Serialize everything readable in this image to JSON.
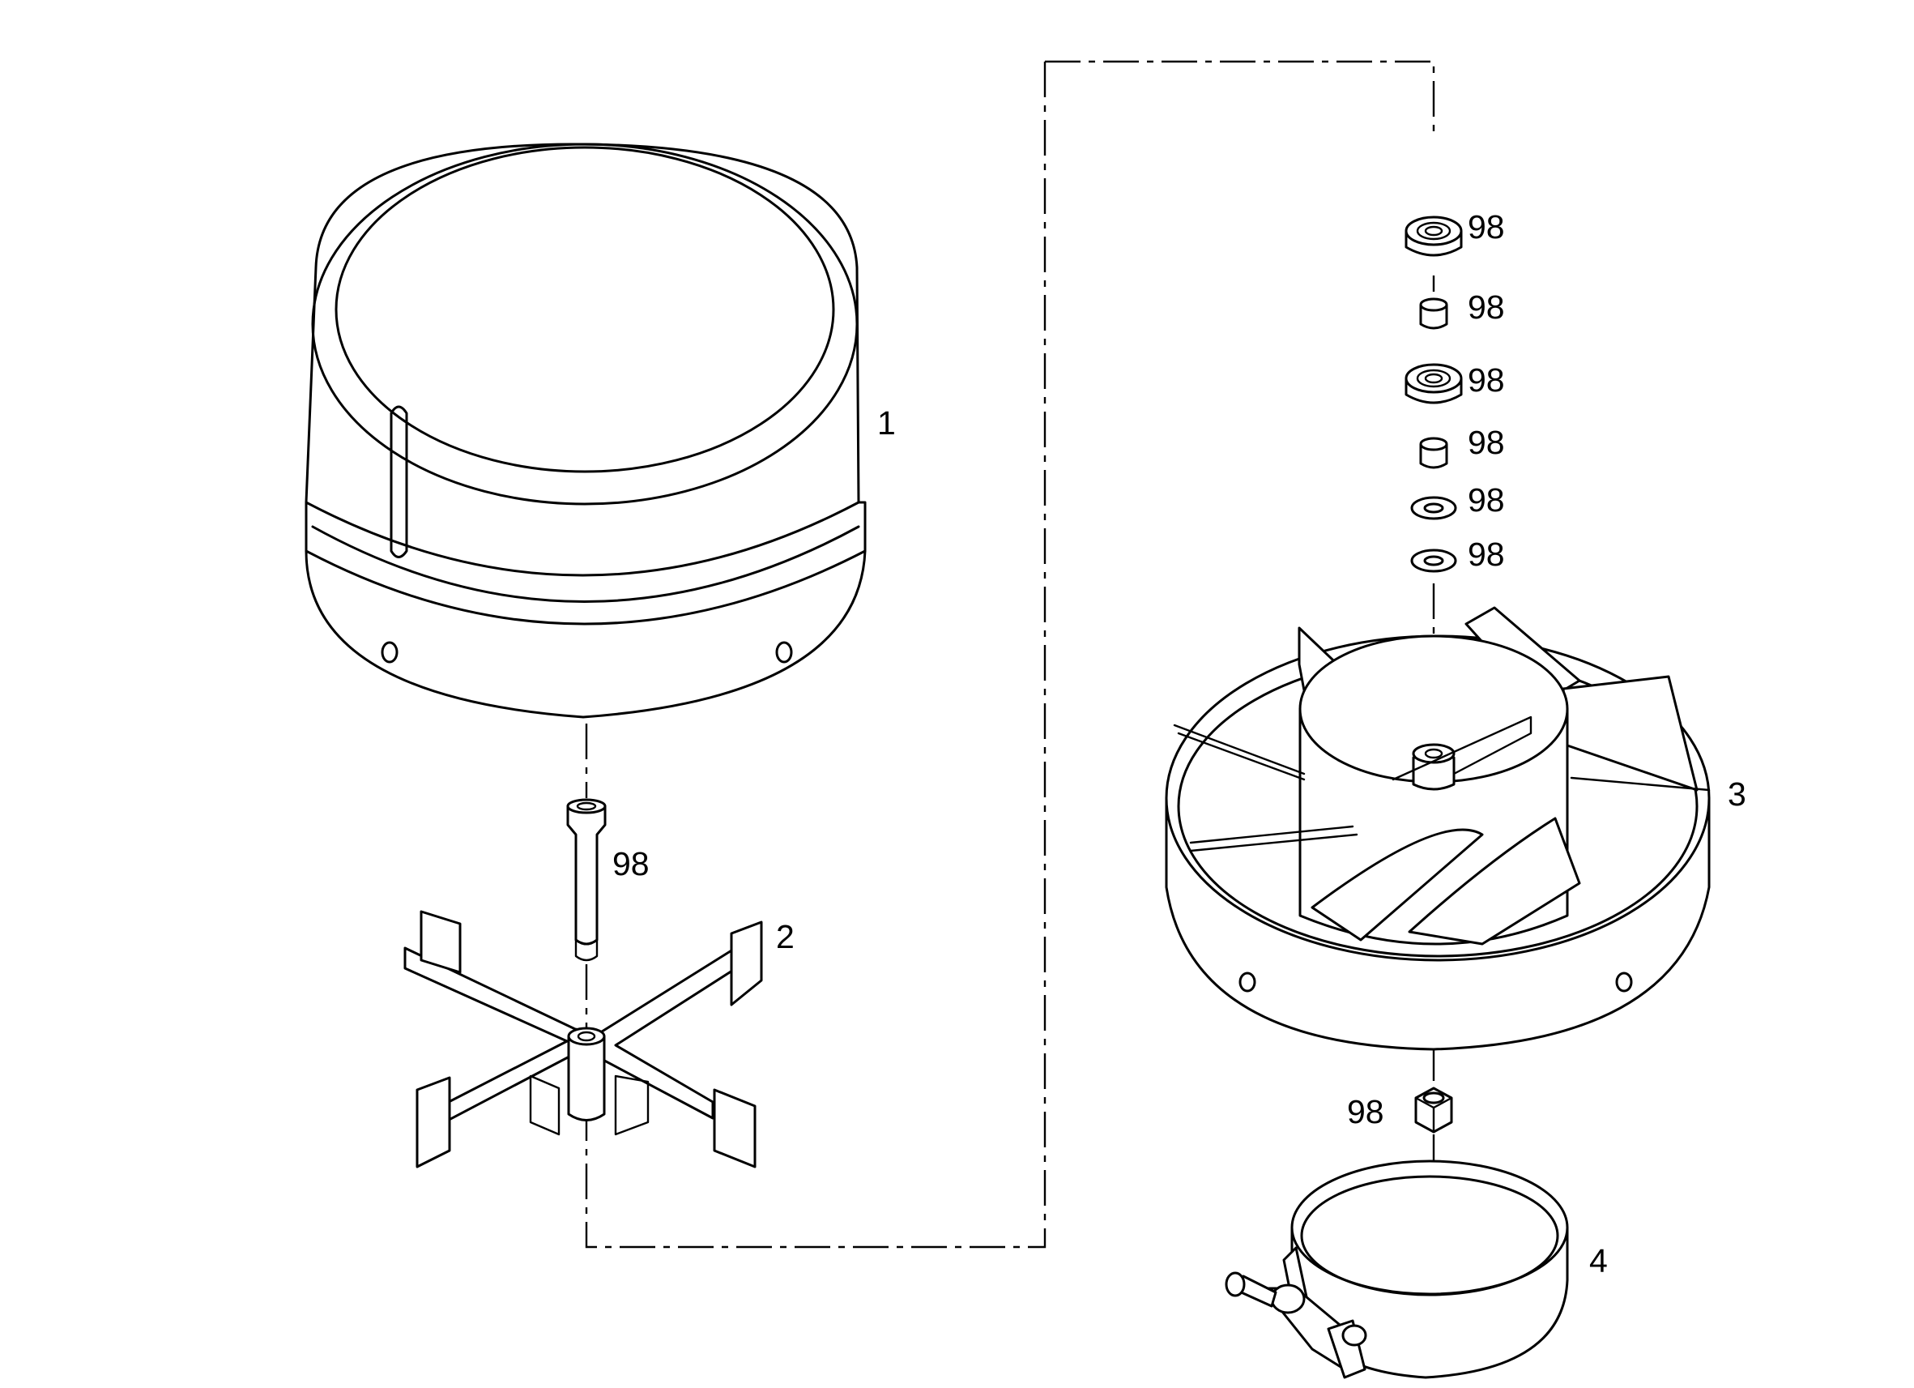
{
  "diagram": {
    "parts": [
      {
        "id": "part-1",
        "label": "1"
      },
      {
        "id": "part-2",
        "label": "2"
      },
      {
        "id": "part-3",
        "label": "3"
      },
      {
        "id": "part-4",
        "label": "4"
      }
    ],
    "callouts": {
      "screw": "98",
      "bearing_top": "98",
      "spacer_top": "98",
      "bearing_mid": "98",
      "spacer_mid": "98",
      "washer_1": "98",
      "washer_2": "98",
      "nut": "98"
    }
  }
}
